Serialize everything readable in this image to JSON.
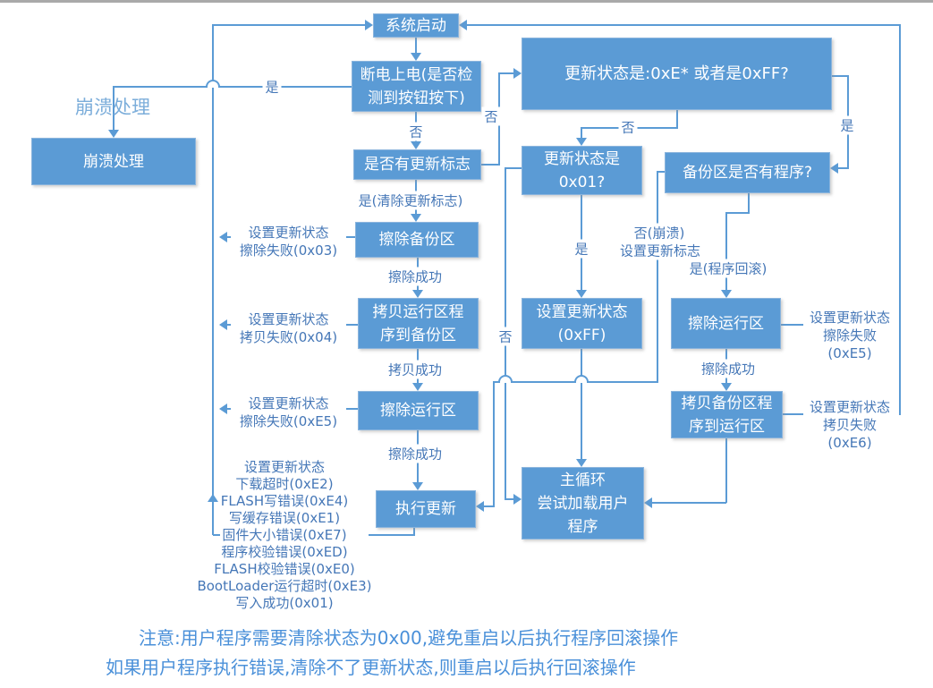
{
  "diagram": {
    "title_note": "bootloader update-state flowchart",
    "colors": {
      "box_fill": "#5b9bd5",
      "box_border": "#8ab4dd",
      "box_text": "#ffffff",
      "line": "#5b9bd5",
      "edge_label_text": "#4577b7",
      "note_text": "#4a90d9",
      "crash_label_text": "#7badda",
      "top_strip": "#a9a9a9"
    },
    "nodes": {
      "sys_start": {
        "label": "系统启动"
      },
      "power_on": {
        "label": "断电上电(是否检\n测到按钮按下)"
      },
      "crash": {
        "label": "崩溃处理"
      },
      "status_check": {
        "label": "更新状态是:0xE* 或者是0xFF?"
      },
      "status_0x01": {
        "label": "更新状态是\n0x01?"
      },
      "backup_has": {
        "label": "备份区是否有程序?"
      },
      "update_flag": {
        "label": "是否有更新标志"
      },
      "erase_backup": {
        "label": "擦除备份区"
      },
      "copy_run_backup": {
        "label": "拷贝运行区程\n序到备份区"
      },
      "erase_run_mid": {
        "label": "擦除运行区"
      },
      "exec_update": {
        "label": "执行更新"
      },
      "set_0xff": {
        "label": "设置更新状态\n(0xFF)"
      },
      "erase_run_right": {
        "label": "擦除运行区"
      },
      "copy_backup_run": {
        "label": "拷贝备份区程\n序到运行区"
      },
      "main_loop": {
        "label": "主循环\n尝试加载用户\n程序"
      }
    },
    "crash_float_label": "崩溃处理",
    "edge_labels": {
      "yes_crash": "是",
      "no_powereon": "否",
      "yes_clear": "是(清除更新标志)",
      "no_flag": "否",
      "no_big": "否",
      "yes_big": "是",
      "erase_ok_1": "擦除成功",
      "copy_ok": "拷贝成功",
      "erase_ok_2": "擦除成功",
      "yes_0x01": "是",
      "no_crash_1": "否(崩溃)",
      "no_crash_2": "设置更新标志",
      "yes_rollback": "是(程序回滚)",
      "erase_ok_3": "擦除成功",
      "no_0x01": "否"
    },
    "fail_labels": {
      "left": [
        "设置更新状态\n擦除失败(0x03)",
        "设置更新状态\n拷贝失败(0x04)",
        "设置更新状态\n擦除失败(0xE5)"
      ],
      "right": [
        "设置更新状态\n擦除失败(0xE5)",
        "设置更新状态\n拷贝失败(0xE6)"
      ]
    },
    "error_list": {
      "lines": [
        "设置更新状态",
        "下载超时(0xE2)",
        "FLASH写错误(0xE4)",
        "写缓存错误(0xE1)",
        "固件大小错误(0xE7)",
        "程序校验错误(0xED)",
        "FLASH校验错误(0xE0)",
        "BootLoader运行超时(0xE3)",
        "写入成功(0x01)"
      ]
    },
    "notes": {
      "line1": "注意:用户程序需要清除状态为0x00,避免重启以后执行程序回滚操作",
      "line2": "如果用户程序执行错误,清除不了更新状态,则重启以后执行回滚操作"
    }
  }
}
